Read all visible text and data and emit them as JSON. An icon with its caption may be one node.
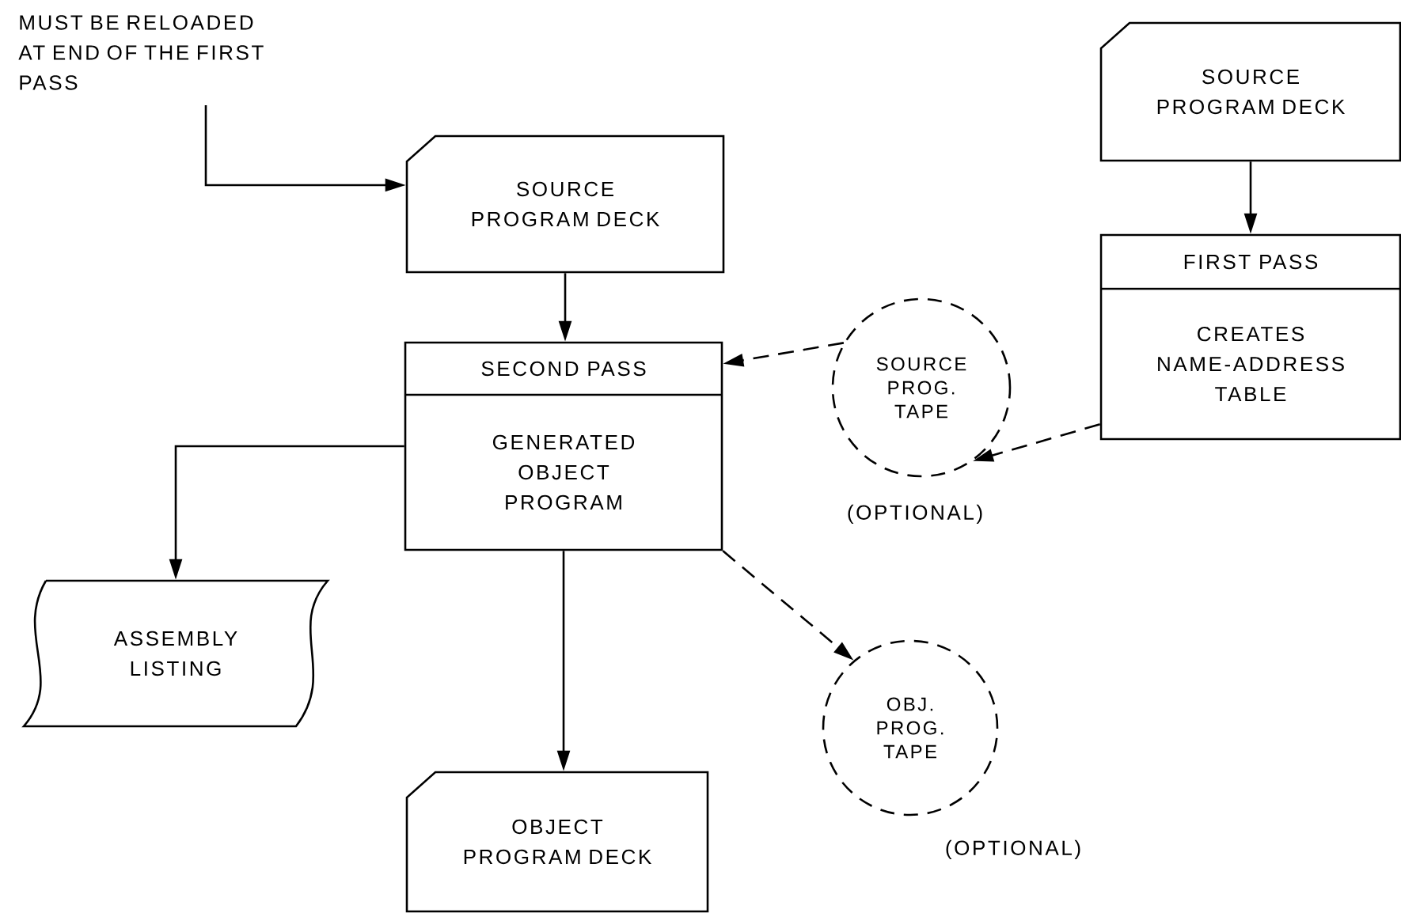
{
  "diagram": {
    "nodes": [
      {
        "text": [
          "MUST BE RELOADED AT END OF THE FIRST PASS"
        ]
      },
      {
        "text": [
          "SOURCE PROGRAM DECK"
        ]
      },
      {
        "text": [
          "SECOND PASS",
          "GENERATED OBJECT PROGRAM"
        ]
      },
      {
        "text": [
          "SOURCE PROGRAM DECK"
        ]
      },
      {
        "text": [
          "FIRST PASS",
          "CREATES NAME-ADDRESS TABLE"
        ]
      },
      {
        "text": [
          "SOURCE PROG. TAPE"
        ],
        "beside": [
          "(OPTIONAL)"
        ]
      },
      {
        "text": [
          "ASSEMBLY LISTING"
        ]
      },
      {
        "text": [
          "OBJ. PROG. TAPE"
        ],
        "beside": [
          "(OPTIONAL)"
        ]
      },
      {
        "text": [
          "OBJECT PROGRAM DECK"
        ]
      }
    ],
    "edges": [
      {
        "from": 0,
        "to": 1,
        "arrow": "to"
      },
      {
        "from": 1,
        "to": 2,
        "arrow": "to"
      },
      {
        "from": 3,
        "to": 4,
        "arrow": "to"
      },
      {
        "from": 4,
        "to": 5,
        "arrow": "to",
        "style": "dashed"
      },
      {
        "from": 5,
        "to": 2,
        "arrow": "to",
        "style": "dashed"
      },
      {
        "from": 2,
        "to": 6,
        "arrow": "to"
      },
      {
        "from": 2,
        "to": 8,
        "arrow": "to"
      },
      {
        "from": 2,
        "to": 7,
        "arrow": "to",
        "style": "dashed"
      }
    ]
  }
}
